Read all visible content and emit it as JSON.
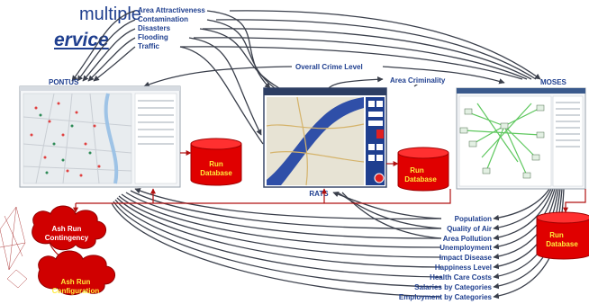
{
  "heading": {
    "line1": "multiple",
    "line2": "ervice"
  },
  "systems": {
    "pontus": "PONTUS",
    "rats": "RATS",
    "moses": "MOSES"
  },
  "databases": {
    "run_label_1": "Run",
    "run_label_2": "Database"
  },
  "clouds": {
    "contingency": [
      "Ash Run",
      "Contingency"
    ],
    "configuration": [
      "Ash Run",
      "Configuration"
    ]
  },
  "top_inputs": [
    "Area Attractiveness",
    "Contamination",
    "Disasters",
    "Flooding",
    "Traffic"
  ],
  "crime_links": {
    "overall": "Overall Crime Level",
    "area": "Area Criminality"
  },
  "bottom_outputs": [
    "Population",
    "Quality of Air",
    "Area Pollution",
    "Unemployment",
    "Impact Disease",
    "Happiness Level",
    "Health Care Costs",
    "Salaries by Categories",
    "Employment by Categories"
  ],
  "colors": {
    "arrow": "#3a3f4b",
    "red_link": "#b01010",
    "db_fill": "#e00000",
    "db_text": "#ffeb3b",
    "label_text": "#1f3f8f",
    "heading": "#1f3f8f"
  }
}
